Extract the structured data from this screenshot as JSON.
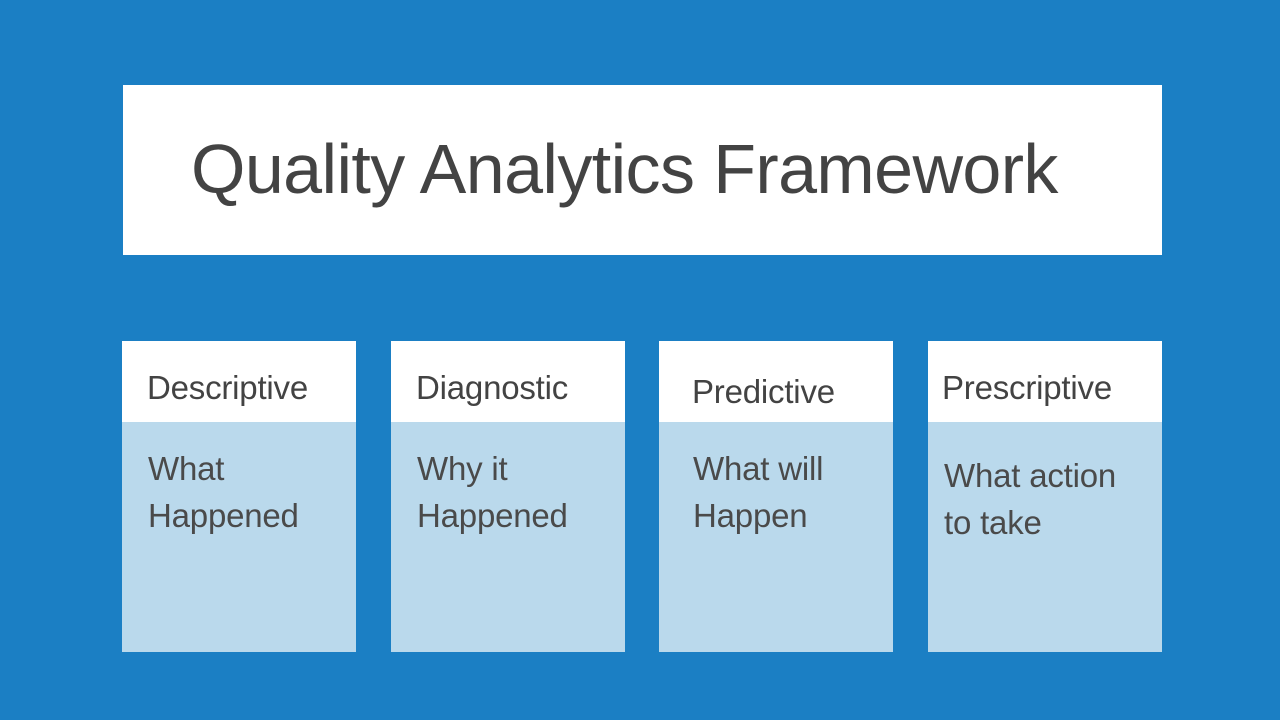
{
  "slide": {
    "background_color": "#1b7fc4",
    "title": "Quality Analytics Framework",
    "title_color": "#434343",
    "title_background": "#ffffff"
  },
  "cards": [
    {
      "header": "Descriptive",
      "body_line1": "What",
      "body_line2": "Happened",
      "header_background": "#ffffff",
      "body_background": "#bad9ec"
    },
    {
      "header": "Diagnostic",
      "body_line1": "Why it",
      "body_line2": "Happened",
      "header_background": "#ffffff",
      "body_background": "#bad9ec"
    },
    {
      "header": "Predictive",
      "body_line1": "What will",
      "body_line2": "Happen",
      "header_background": "#ffffff",
      "body_background": "#bad9ec"
    },
    {
      "header": "Prescriptive",
      "body_line1": "What action",
      "body_line2": "to take",
      "header_background": "#ffffff",
      "body_background": "#bad9ec"
    }
  ]
}
